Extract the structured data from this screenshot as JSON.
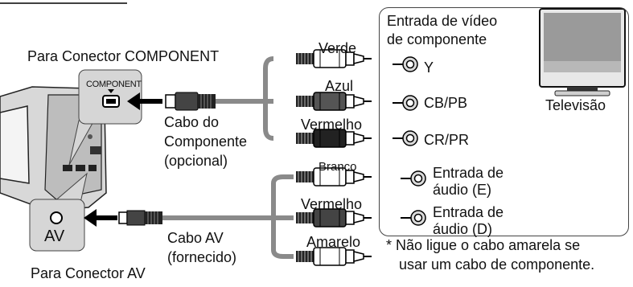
{
  "labels": {
    "component_connector_title": "Para Conector COMPONENT",
    "component_jack_text": "COMPONENT",
    "component_cable": [
      "Cabo do",
      "Componente",
      "(opcional)"
    ],
    "av_jack_text": "AV",
    "av_cable": [
      "Cabo AV",
      "(fornecido)"
    ],
    "av_connector_title": "Para Conector AV",
    "video_input_title": [
      "Entrada de vídeo",
      "de componente"
    ],
    "television": "Televisão"
  },
  "component_plugs": [
    {
      "color_name": "Verde",
      "port": "Y",
      "color": "#ffffff"
    },
    {
      "color_name": "Azul",
      "port": "CB/PB",
      "color": "#555555"
    },
    {
      "color_name": "Vermelho",
      "port": "CR/PR",
      "color": "#222222"
    }
  ],
  "av_plugs": [
    {
      "color_name": "Branco",
      "port": [
        "Entrada de",
        "áudio (E)"
      ],
      "color": "#ffffff"
    },
    {
      "color_name": "Vermelho",
      "port": [
        "Entrada de",
        "áudio (D)"
      ],
      "color": "#444444"
    },
    {
      "color_name": "Amarelo",
      "port": "",
      "color": "#ffffff"
    }
  ],
  "note": [
    "* Não ligue o cabo amarela se",
    "usar um cabo de componente."
  ],
  "colors": {
    "cable": "#8a8a8a",
    "plug_dark": "#333333",
    "screen": "#9a9a9a"
  }
}
